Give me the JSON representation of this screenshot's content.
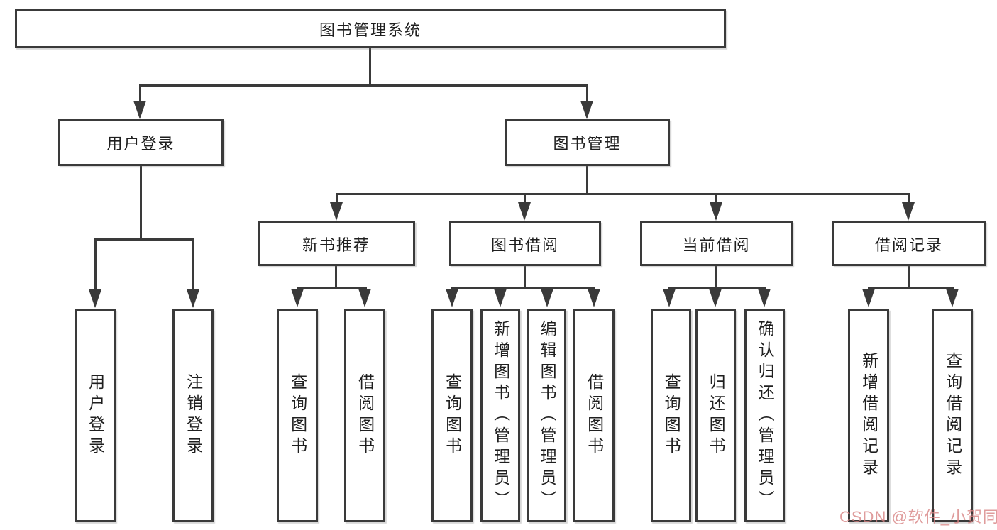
{
  "diagram": {
    "watermark": "CSDN @软件_小贺同学",
    "colors": {
      "line": "#3a3a3a",
      "text": "#1f1f1f",
      "watermark": "#d68080",
      "background": "#ffffff"
    },
    "nodes": {
      "root": "图书管理系统",
      "user_login": "用户登录",
      "book_mgmt": "图书管理",
      "login": "用户登录",
      "logout": "注销登录",
      "new_book_rec": "新书推荐",
      "book_borrow": "图书借阅",
      "current_borrow": "当前借阅",
      "borrow_record": "借阅记录",
      "rec_query": "查询图书",
      "rec_borrow": "借阅图书",
      "bb_query": "查询图书",
      "bb_add": "新增图书（管理员）",
      "bb_edit": "编辑图书（管理员）",
      "bb_borrow": "借阅图书",
      "cb_query": "查询图书",
      "cb_return": "归还图书",
      "cb_confirm": "确认归还（管理员）",
      "br_add": "新增借阅记录",
      "br_query": "查询借阅记录"
    }
  }
}
